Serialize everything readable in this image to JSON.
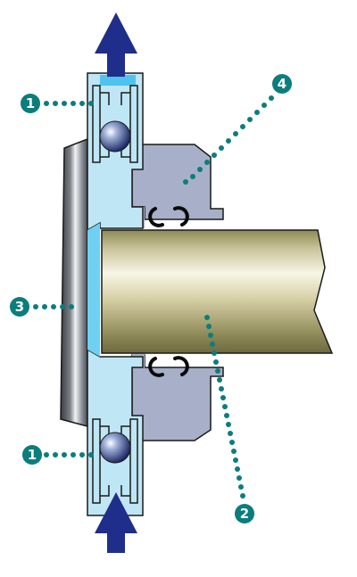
{
  "callouts": [
    {
      "id": "bearing-top",
      "label": "1"
    },
    {
      "id": "housing",
      "label": "4"
    },
    {
      "id": "rotor-disc",
      "label": "3"
    },
    {
      "id": "bearing-bottom",
      "label": "1"
    },
    {
      "id": "shaft",
      "label": "2"
    }
  ],
  "colors": {
    "arrow": "#1f2e8a",
    "air": "#bfe6f5",
    "air_bright": "#4fc3ee",
    "housing": "#a7b0c8",
    "callout": "#0b7d7d",
    "outline": "#1a1a1a"
  }
}
